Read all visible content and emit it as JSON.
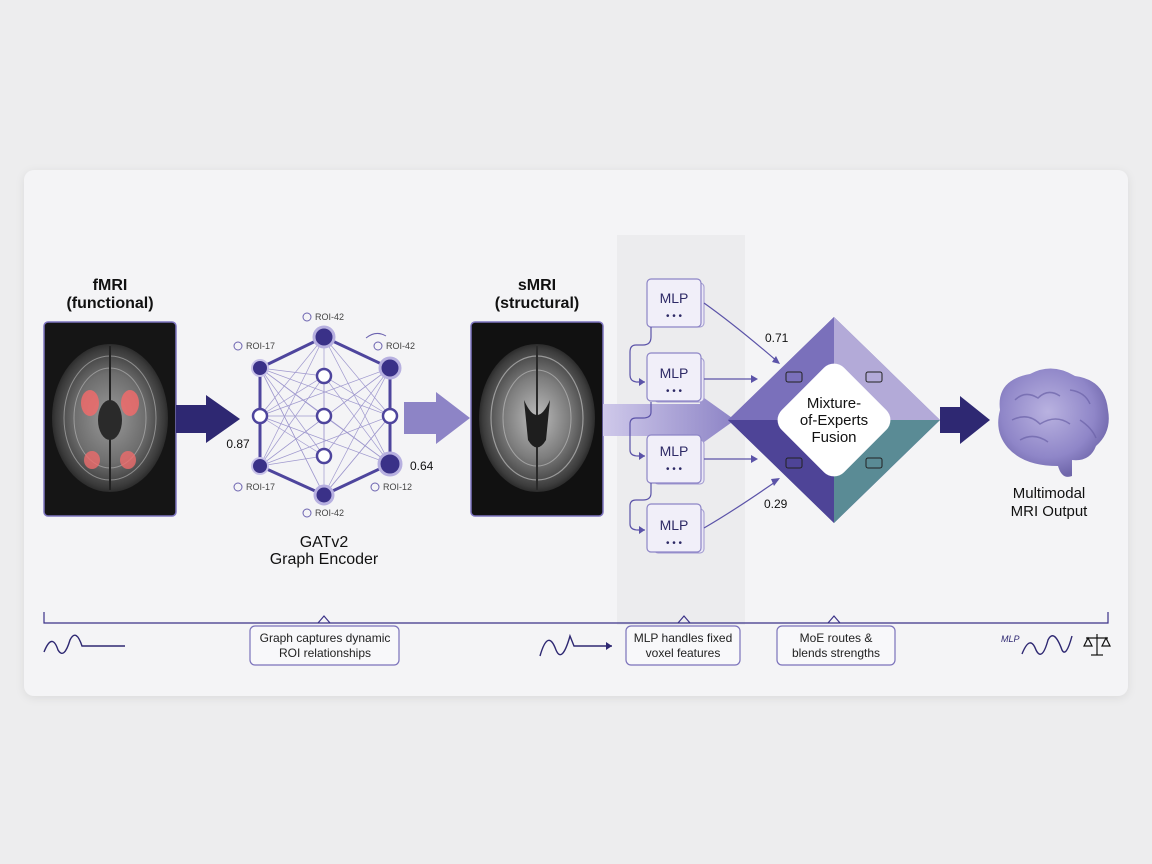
{
  "fmri": {
    "title_line1": "fMRI",
    "title_line2": "(functional)"
  },
  "smri": {
    "title_line1": "sMRI",
    "title_line2": "(structural)"
  },
  "graph": {
    "nodes": {
      "top": "ROI-42",
      "upper_left": "ROI-17",
      "upper_right": "ROI-42",
      "lower_left": "ROI-17",
      "lower_right": "ROI-12",
      "bottom": "ROI-42"
    },
    "weight_left": "0.87",
    "weight_right": "0.64",
    "caption_line1": "GATv2",
    "caption_line2": "Graph Encoder"
  },
  "mlp": {
    "label": "MLP",
    "dots": "• • •"
  },
  "moe": {
    "weight_top": "0.71",
    "weight_bottom": "0.29",
    "line1": "Mixture-",
    "line2": "of-Experts",
    "line3": "Fusion"
  },
  "output": {
    "line1": "Multimodal",
    "line2": "MRI Output"
  },
  "notes": {
    "graph_line1": "Graph captures dynamic",
    "graph_line2": "ROI relationships",
    "mlp_line1": "MLP handles fixed",
    "mlp_line2": "voxel features",
    "moe_line1": "MoE routes &",
    "moe_line2": "blends strengths",
    "mini_mlp": "MLP"
  },
  "colors": {
    "arrow": "#2e2872",
    "node": "#3a3188",
    "moe_top": "#7a70bb",
    "moe_left": "#6860ad",
    "moe_right_top": "#b3aad8",
    "moe_bottom_left": "#4e4497",
    "moe_bottom_right": "#5a8b95",
    "brain": "#8f86c8"
  }
}
